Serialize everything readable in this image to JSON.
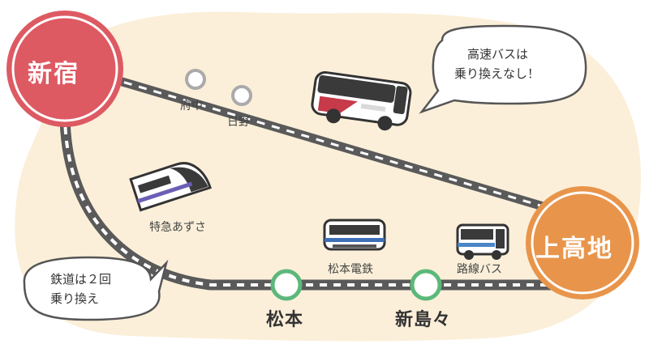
{
  "hubs": {
    "start": {
      "label": "新宿",
      "color": "#dd5a63"
    },
    "end": {
      "label": "上高地",
      "color": "#e8954b"
    }
  },
  "stations": {
    "fuchu": "府中",
    "hino": "日野",
    "matsumoto": "松本",
    "shinshimashima": "新島々"
  },
  "vehicles": {
    "limited_express": "特急あずさ",
    "matsumoto_railway": "松本電鉄",
    "route_bus": "路線バス"
  },
  "bubbles": {
    "express_bus": [
      "高速バスは",
      "乗り換えなし！"
    ],
    "rail": [
      "鉄道は２回",
      "乗り換え"
    ]
  },
  "colors": {
    "background_blob": "#fbefd9",
    "track": "#5a5a5a",
    "station_ring": "#5cb87a"
  }
}
